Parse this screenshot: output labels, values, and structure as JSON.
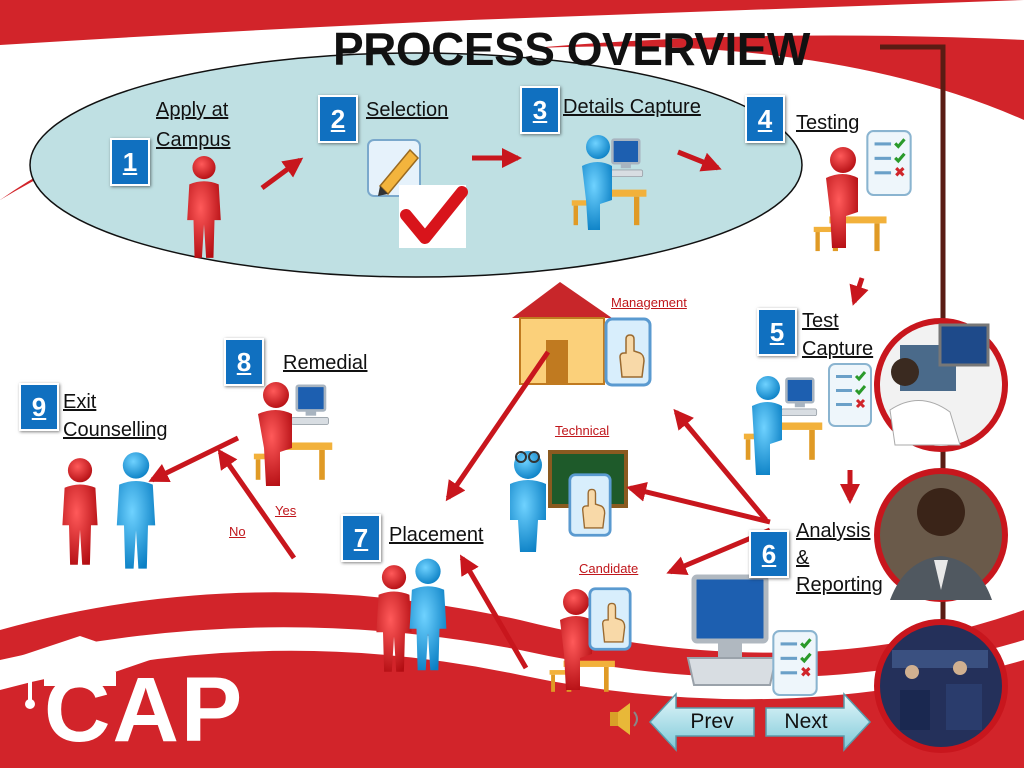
{
  "title": "PROCESS OVERVIEW",
  "steps": [
    {
      "num": "1",
      "label1": "Apply at",
      "label2": "Campus"
    },
    {
      "num": "2",
      "label1": "Selection",
      "label2": ""
    },
    {
      "num": "3",
      "label1": "Details Capture",
      "label2": ""
    },
    {
      "num": "4",
      "label1": "Testing",
      "label2": ""
    },
    {
      "num": "5",
      "label1": "Test",
      "label2": "Capture"
    },
    {
      "num": "6",
      "label1": "Analysis",
      "label2": "&",
      "label3": "Reporting"
    },
    {
      "num": "7",
      "label1": "Placement",
      "label2": ""
    },
    {
      "num": "8",
      "label1": "Remedial",
      "label2": ""
    },
    {
      "num": "9",
      "label1": "Exit",
      "label2": "Counselling"
    }
  ],
  "annotations": {
    "management": "Management",
    "technical": "Technical",
    "candidate": "Candidate",
    "yes": "Yes",
    "no": "No"
  },
  "logo": "CAP",
  "nav": {
    "prev": "Prev",
    "next": "Next"
  },
  "colors": {
    "accent_red": "#c8161d",
    "badge_blue": "#1070c0",
    "ellipse": "#bfe0e3",
    "person_red": "#d81e24",
    "person_blue": "#1e9fe0"
  }
}
